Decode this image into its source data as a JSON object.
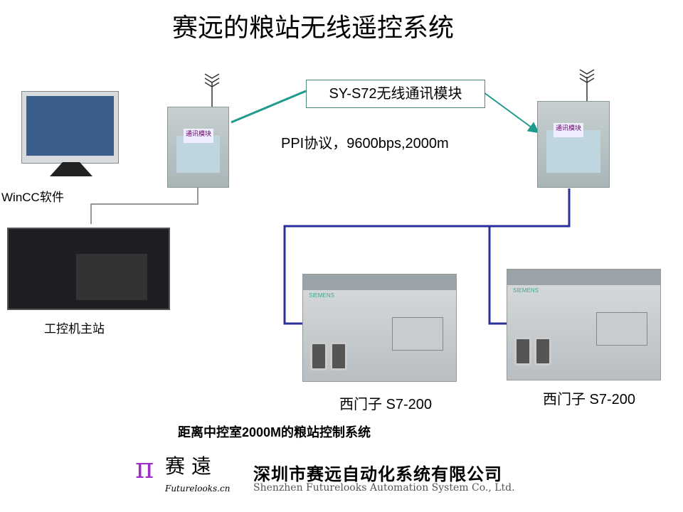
{
  "title": "赛远的粮站无线遥控系统",
  "module_label": "SY-S72无线通讯模块",
  "protocol": "PPI协议，9600bps,2000m",
  "wincc_label": "WinCC软件",
  "pc_label": "工控机主站",
  "plc1_label": "西门子 S7-200",
  "plc2_label": "西门子 S7-200",
  "caption": "距离中控室2000M的粮站控制系统",
  "module_text": "通讯模块",
  "plc_brand": "SIEMENS",
  "footer": {
    "logo_text": "赛 遠",
    "logo_url": "Futurelooks.cn",
    "company_cn": "深圳市赛远自动化系统有限公司",
    "company_en": "Shenzhen Futurelooks Automation System Co., Ltd."
  },
  "colors": {
    "wireless_line": "#1f9a8c",
    "bus_line": "#2b2f9a",
    "wired_line": "#777777",
    "logo": "#9b30c8"
  }
}
